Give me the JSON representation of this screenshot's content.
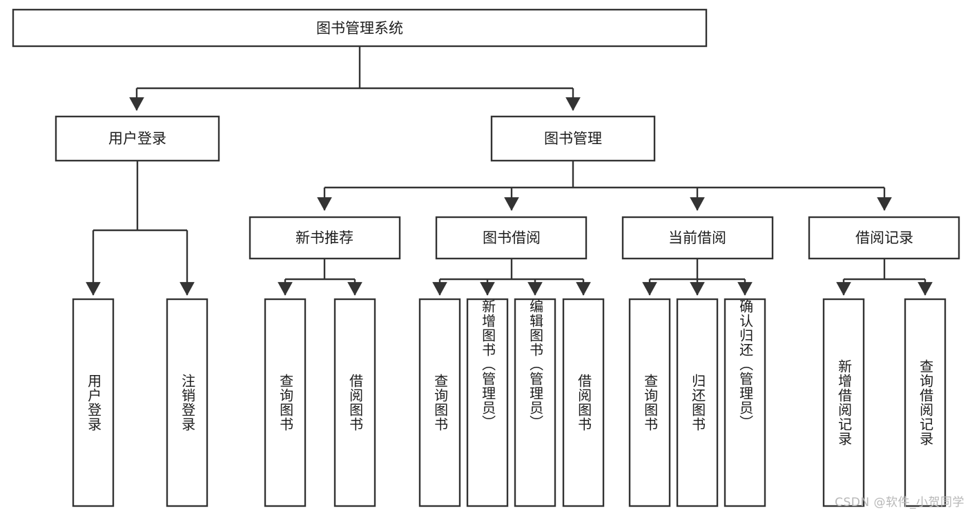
{
  "diagram": {
    "type": "tree",
    "title": "图书管理系统",
    "orientation": "top-down",
    "colors": {
      "box_stroke": "#333333",
      "box_fill": "#ffffff",
      "text": "#1c1c1c",
      "background": "#ffffff",
      "watermark": "#b7b7b7"
    },
    "root": {
      "label": "图书管理系统"
    },
    "level2": [
      {
        "label": "用户登录"
      },
      {
        "label": "图书管理"
      }
    ],
    "level3": [
      {
        "label": "新书推荐"
      },
      {
        "label": "图书借阅"
      },
      {
        "label": "当前借阅"
      },
      {
        "label": "借阅记录"
      }
    ],
    "leaves": {
      "user_login": [
        {
          "label": "用户登录"
        },
        {
          "label": "注销登录"
        }
      ],
      "new_book_recommend": [
        {
          "label": "查询图书"
        },
        {
          "label": "借阅图书"
        }
      ],
      "book_borrow": [
        {
          "label": "查询图书"
        },
        {
          "label": "新增图书（管理员）"
        },
        {
          "label": "编辑图书（管理员）"
        },
        {
          "label": "借阅图书"
        }
      ],
      "current_borrow": [
        {
          "label": "查询图书"
        },
        {
          "label": "归还图书"
        },
        {
          "label": "确认归还（管理员）"
        }
      ],
      "borrow_record": [
        {
          "label": "新增借阅记录"
        },
        {
          "label": "查询借阅记录"
        }
      ]
    }
  },
  "watermark": {
    "text": "CSDN @软件_小贺同学"
  }
}
